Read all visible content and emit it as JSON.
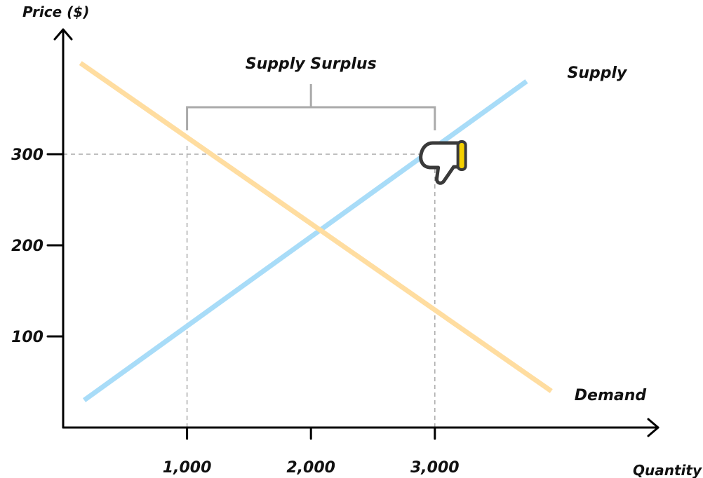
{
  "chart_data": {
    "type": "line",
    "xlabel": "Quantity",
    "ylabel": "Price ($)",
    "xlim": [
      0,
      3500
    ],
    "ylim": [
      0,
      440
    ],
    "x_ticks": [
      {
        "value": 1000,
        "label": "1,000"
      },
      {
        "value": 2000,
        "label": "2,000"
      },
      {
        "value": 3000,
        "label": "3,000"
      }
    ],
    "y_ticks": [
      {
        "value": 100,
        "label": "100"
      },
      {
        "value": 200,
        "label": "200"
      },
      {
        "value": 300,
        "label": "300"
      }
    ],
    "series": [
      {
        "name": "Supply",
        "color": "#a8dcf8",
        "points": [
          [
            170,
            30
          ],
          [
            3740,
            380
          ]
        ]
      },
      {
        "name": "Demand",
        "color": "#ffdda0",
        "points": [
          [
            140,
            400
          ],
          [
            3940,
            40
          ]
        ]
      }
    ],
    "reference_lines": {
      "price": 300,
      "quantities": [
        1000,
        3000
      ],
      "color": "#aaaaaa"
    },
    "annotations": {
      "bracket_label": "Supply Surplus",
      "bracket_from": 1000,
      "bracket_to": 3000,
      "bracket_color": "#aaaaaa"
    },
    "icons": [
      {
        "name": "thumbs-down-icon",
        "x": 3050,
        "y": 300
      }
    ],
    "grid": false,
    "legend": "none"
  }
}
